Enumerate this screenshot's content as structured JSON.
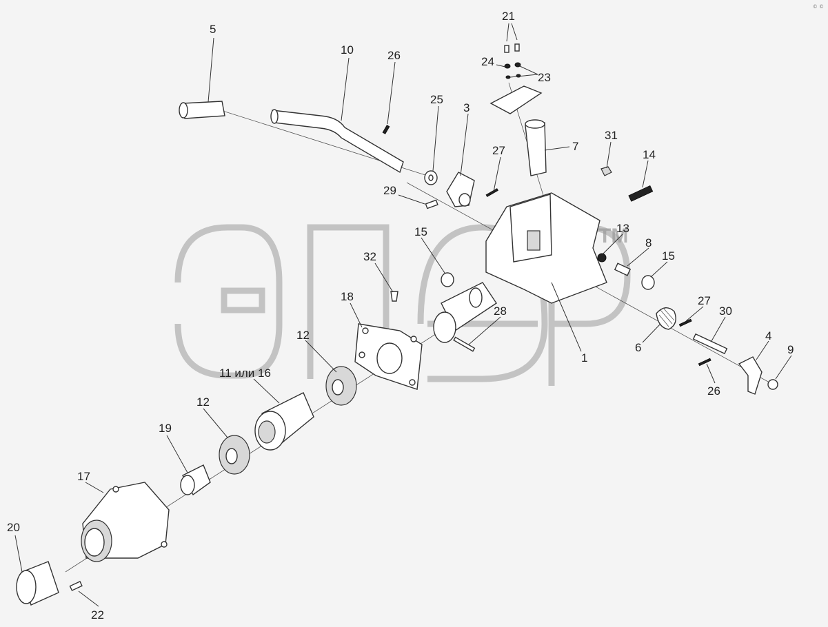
{
  "callouts": [
    {
      "id": "c5",
      "text": "5"
    },
    {
      "id": "c10",
      "text": "10"
    },
    {
      "id": "c26a",
      "text": "26"
    },
    {
      "id": "c25",
      "text": "25"
    },
    {
      "id": "c3",
      "text": "3"
    },
    {
      "id": "c21",
      "text": "21"
    },
    {
      "id": "c24",
      "text": "24"
    },
    {
      "id": "c23",
      "text": "23"
    },
    {
      "id": "c7",
      "text": "7"
    },
    {
      "id": "c27a",
      "text": "27"
    },
    {
      "id": "c31",
      "text": "31"
    },
    {
      "id": "c14",
      "text": "14"
    },
    {
      "id": "c29",
      "text": "29"
    },
    {
      "id": "c15a",
      "text": "15"
    },
    {
      "id": "c13",
      "text": "13"
    },
    {
      "id": "c8",
      "text": "8"
    },
    {
      "id": "c15b",
      "text": "15"
    },
    {
      "id": "c32",
      "text": "32"
    },
    {
      "id": "c18",
      "text": "18"
    },
    {
      "id": "c27b",
      "text": "27"
    },
    {
      "id": "c28",
      "text": "28"
    },
    {
      "id": "c30",
      "text": "30"
    },
    {
      "id": "c12a",
      "text": "12"
    },
    {
      "id": "c1",
      "text": "1"
    },
    {
      "id": "c6",
      "text": "6"
    },
    {
      "id": "c4",
      "text": "4"
    },
    {
      "id": "c9",
      "text": "9"
    },
    {
      "id": "c1116",
      "text": "11 или 16"
    },
    {
      "id": "c26b",
      "text": "26"
    },
    {
      "id": "c12b",
      "text": "12"
    },
    {
      "id": "c19",
      "text": "19"
    },
    {
      "id": "c17",
      "text": "17"
    },
    {
      "id": "c20",
      "text": "20"
    },
    {
      "id": "c22",
      "text": "22"
    }
  ],
  "watermark": {
    "tm": "TM"
  },
  "corner_mark": "© ©"
}
